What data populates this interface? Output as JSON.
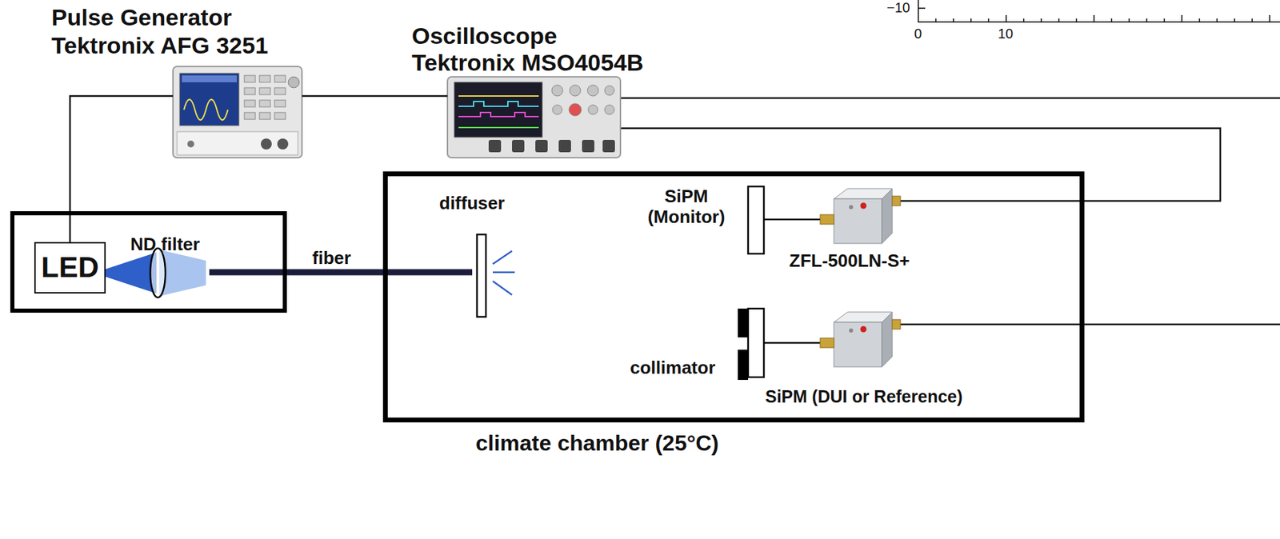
{
  "diagram": {
    "nodes": [
      {
        "text": [
          "Pulse Generator",
          "Tektronix AFG 3251"
        ]
      },
      {
        "text": [
          "Oscilloscope",
          "Tektronix MSO4054B"
        ]
      },
      {
        "text": [
          "ND filter"
        ]
      },
      {
        "text": [
          "LED"
        ],
        "in": 2
      },
      {
        "text": [
          "climate chamber (25°C)"
        ]
      }
    ],
    "edges": [
      {
        "from": 0,
        "to": 3,
        "arrow": "none"
      },
      {
        "from": 0,
        "to": 1,
        "arrow": "none"
      }
    ],
    "labels": [
      "fiber",
      "diffuser",
      "SiPM (Monitor)",
      "ZFL-500LN-S+",
      "collimator",
      "SiPM (DUI or Reference)",
      "−10",
      "0",
      "10"
    ]
  }
}
